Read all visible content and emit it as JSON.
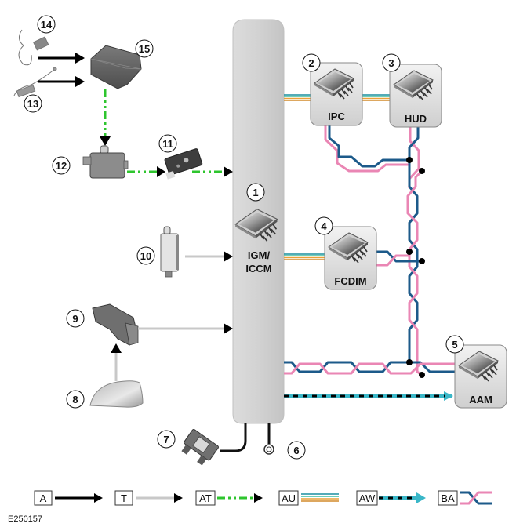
{
  "figure_id": "E250157",
  "colors": {
    "hardwired": "#000000",
    "rf_transmission": "#c8c8c8",
    "lin_bus": "#2ec52e",
    "most_ring": [
      "#1a8fa0",
      "#3fbf9f",
      "#e8a23a",
      "#d28a2a"
    ],
    "lvds": "#3ab7c8",
    "lvds_dash": "#000000",
    "can_high": "#1c5a8a",
    "can_low": "#ea86b4",
    "module_fill": "#e6e6e6",
    "gateway_fill": "#d6d6d6"
  },
  "gateway": {
    "number": "1",
    "label_line1": "IGM/",
    "label_line2": "ICCM"
  },
  "modules": [
    {
      "id": "ipc",
      "number": "2",
      "label": "IPC"
    },
    {
      "id": "hud",
      "number": "3",
      "label": "HUD"
    },
    {
      "id": "fcdim",
      "number": "4",
      "label": "FCDIM"
    },
    {
      "id": "aam",
      "number": "5",
      "label": "AAM"
    }
  ],
  "components": [
    {
      "id": "ground",
      "number": "6"
    },
    {
      "id": "fuse",
      "number": "7"
    },
    {
      "id": "antenna",
      "number": "8"
    },
    {
      "id": "rf-receiver",
      "number": "9"
    },
    {
      "id": "key-fob-receiver",
      "number": "10"
    },
    {
      "id": "switch-pack",
      "number": "11"
    },
    {
      "id": "sensor-module",
      "number": "12"
    },
    {
      "id": "usb-cable",
      "number": "13"
    },
    {
      "id": "aux-cable",
      "number": "14"
    },
    {
      "id": "media-hub",
      "number": "15"
    }
  ],
  "legend": [
    {
      "code": "A",
      "style": "hardwired"
    },
    {
      "code": "T",
      "style": "rf_transmission"
    },
    {
      "code": "AT",
      "style": "lin_bus"
    },
    {
      "code": "AU",
      "style": "most_ring"
    },
    {
      "code": "AW",
      "style": "lvds"
    },
    {
      "code": "BA",
      "style": "can"
    }
  ]
}
